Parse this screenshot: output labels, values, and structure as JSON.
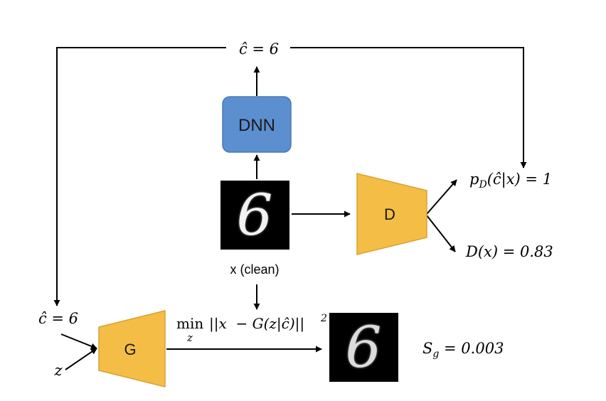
{
  "labels": {
    "c_hat_top": "ĉ = 6",
    "c_hat_left": "ĉ = 6",
    "z_input": "z",
    "x_clean": "x (clean)",
    "p_d": "p_D(ĉ|x) = 1",
    "p_d_main": "p",
    "p_d_sub": "D",
    "p_d_rest": "(ĉ|x) = 1",
    "d_x": "D(x) = 0.83",
    "s_g": "S_g = 0.003",
    "s_g_main": "S",
    "s_g_sub": "g",
    "s_g_rest": " = 0.003",
    "objective": "min_z ||x − G(z|ĉ)||²",
    "obj_min": "min",
    "obj_sub": "z",
    "obj_expr": "||x  − G(z|ĉ)||",
    "obj_sup": "2"
  },
  "nodes": {
    "dnn": "DNN",
    "discriminator": "D",
    "generator": "G"
  },
  "images": {
    "clean_digit": "6",
    "generated_digit": "6"
  },
  "colors": {
    "dnn_fill": "#5b8fcf",
    "dnn_stroke": "#4a7ab5",
    "trapezoid_fill": "#f4bd45",
    "trapezoid_stroke": "#d9a235",
    "image_bg": "#000000",
    "stroke": "#000000"
  }
}
